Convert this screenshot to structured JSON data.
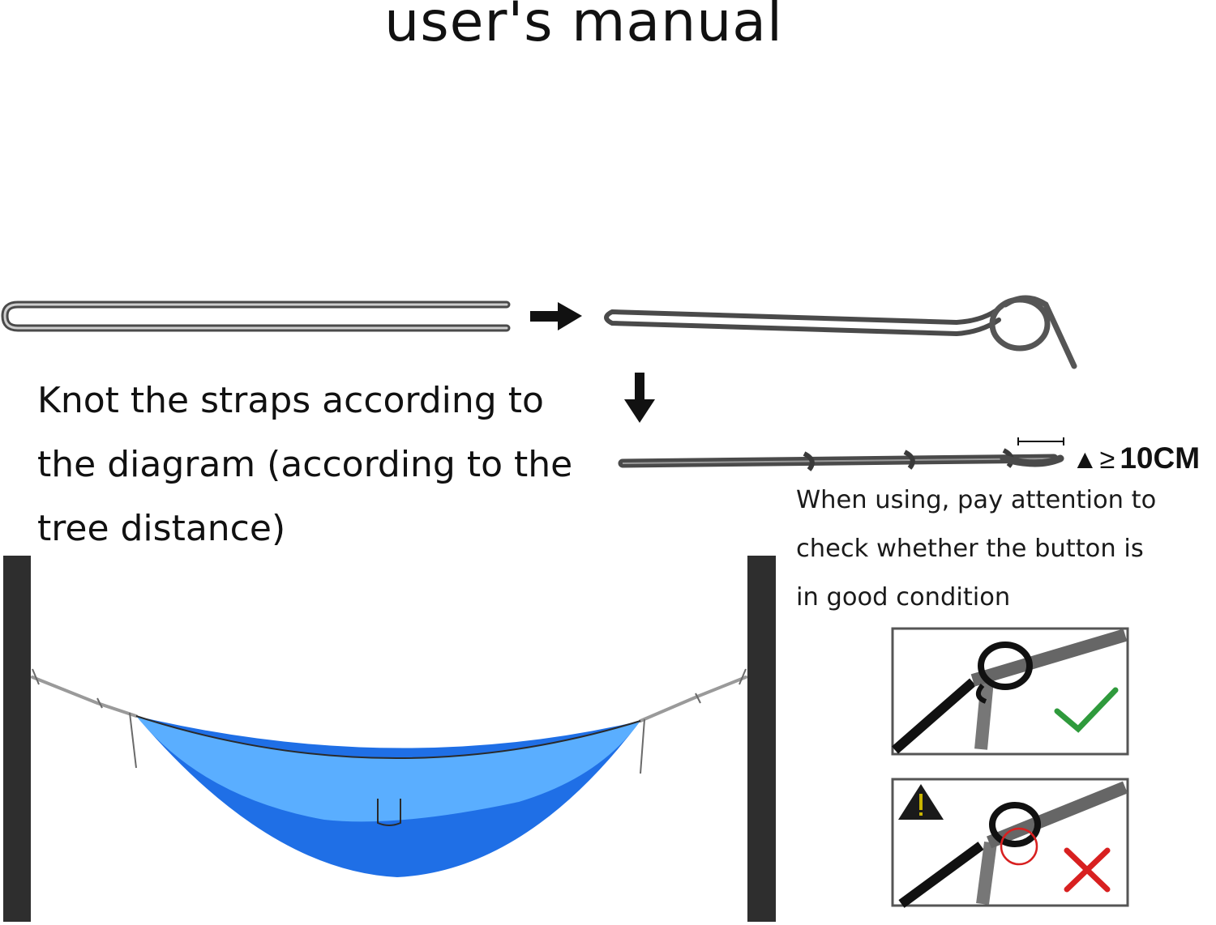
{
  "title": "user's manual",
  "instruction": {
    "lines": [
      "Knot the straps according to",
      "the diagram (according to the",
      "tree distance)"
    ]
  },
  "measurement": {
    "icon": "warning-triangle-icon",
    "symbol": "≥",
    "value": "10CM"
  },
  "note": {
    "lines": [
      "When using, pay attention to",
      "check whether the button is",
      "in good condition"
    ]
  },
  "colors": {
    "hammock_light": "#5aaeff",
    "hammock_dark": "#1f6fe6",
    "post": "#2e2e2e",
    "strap": "#555555",
    "check": "#2f9a3c",
    "cross": "#d82020",
    "warning": "#1a1a1a"
  },
  "icons": {
    "correct": "check-mark-icon",
    "wrong": "cross-mark-icon",
    "caution": "warning-triangle-icon",
    "step_right": "arrow-right-icon",
    "step_down": "arrow-down-icon"
  }
}
